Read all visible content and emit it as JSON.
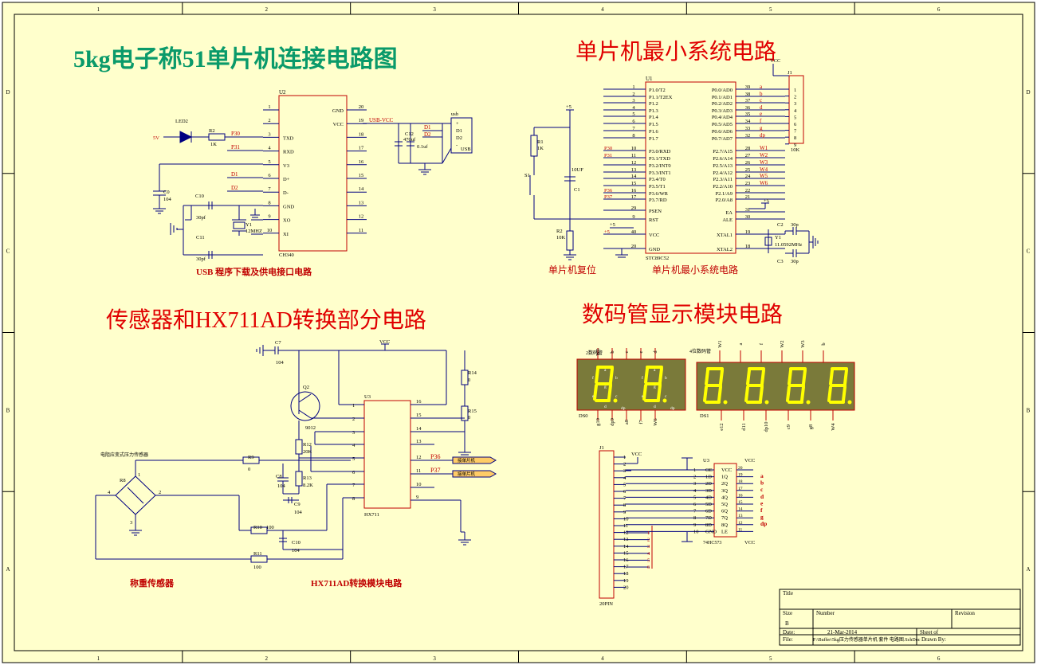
{
  "border": {
    "columns": [
      "1",
      "2",
      "3",
      "4",
      "5",
      "6"
    ],
    "rows": [
      "D",
      "C",
      "B",
      "A"
    ]
  },
  "titles": {
    "main": "5kg电子称51单片机连接电路图",
    "mcu_min": "单片机最小系统电路",
    "sensor": "传感器和HX711AD转换部分电路",
    "display": "数码管显示模块电路"
  },
  "captions": {
    "usb": "USB 程序下载及供电接口电路",
    "reset": "单片机复位",
    "mcu_min": "单片机最小系统电路",
    "weigh_sensor": "称重传感器",
    "hx711": "HX711AD转换模块电路"
  },
  "usb_circuit": {
    "ic_ref": "U2",
    "ic_name": "CH340",
    "left_pins": [
      {
        "num": "1",
        "name": ""
      },
      {
        "num": "2",
        "name": ""
      },
      {
        "num": "3",
        "name": "TXD"
      },
      {
        "num": "4",
        "name": "RXD"
      },
      {
        "num": "5",
        "name": "V3"
      },
      {
        "num": "6",
        "name": "D+"
      },
      {
        "num": "7",
        "name": "D-"
      },
      {
        "num": "8",
        "name": "GND"
      },
      {
        "num": "9",
        "name": "XO"
      },
      {
        "num": "10",
        "name": "XI"
      }
    ],
    "right_pins": [
      {
        "num": "20",
        "name": "GND"
      },
      {
        "num": "19",
        "name": "VCC"
      },
      {
        "num": "18",
        "name": ""
      },
      {
        "num": "17",
        "name": ""
      },
      {
        "num": "16",
        "name": ""
      },
      {
        "num": "15",
        "name": ""
      },
      {
        "num": "14",
        "name": ""
      },
      {
        "num": "13",
        "name": ""
      },
      {
        "num": "12",
        "name": ""
      },
      {
        "num": "11",
        "name": ""
      }
    ],
    "net_p30": "P30",
    "net_p31": "P31",
    "net_d1": "D1",
    "net_d2": "D2",
    "usb_vcc": "USB-VCC",
    "led_ref": "LED2",
    "r2_ref": "R2",
    "r2_val": "1K",
    "five_v": "5V",
    "c0_ref": "C0",
    "c0_val": "104",
    "c10_ref": "C10",
    "c10_val": "30pf",
    "c11_ref": "C11",
    "c11_val": "30pf",
    "y1_ref": "Y1",
    "y1_val": "12MHZ",
    "c12_ref": "C12",
    "c12_val": "470uf",
    "c13_val": "0.1uf",
    "usb_label": "usb",
    "usb_pins": [
      "+",
      "D1",
      "D2",
      "-"
    ],
    "usb_name": "USB"
  },
  "mcu_circuit": {
    "ic_ref": "U1",
    "ic_name": "STC89C52",
    "left_pins": [
      {
        "num": "1",
        "name": "P1.0/T2",
        "net": ""
      },
      {
        "num": "2",
        "name": "P1.1/T2EX",
        "net": ""
      },
      {
        "num": "3",
        "name": "P1.2",
        "net": ""
      },
      {
        "num": "4",
        "name": "P1.3",
        "net": ""
      },
      {
        "num": "5",
        "name": "P1.4",
        "net": ""
      },
      {
        "num": "6",
        "name": "P1.5",
        "net": ""
      },
      {
        "num": "7",
        "name": "P1.6",
        "net": ""
      },
      {
        "num": "8",
        "name": "P1.7",
        "net": ""
      },
      {
        "num": "10",
        "name": "P3.0/RXD",
        "net": "P30"
      },
      {
        "num": "11",
        "name": "P3.1/TXD",
        "net": "P31"
      },
      {
        "num": "12",
        "name": "P3.2/INT0",
        "net": ""
      },
      {
        "num": "13",
        "name": "P3.3/INT1",
        "net": ""
      },
      {
        "num": "14",
        "name": "P3.4/T0",
        "net": ""
      },
      {
        "num": "15",
        "name": "P3.5/T1",
        "net": ""
      },
      {
        "num": "16",
        "name": "P3.6/WR",
        "net": "P36"
      },
      {
        "num": "17",
        "name": "P3.7/RD",
        "net": "P37"
      },
      {
        "num": "29",
        "name": "PSEN",
        "net": ""
      },
      {
        "num": "9",
        "name": "RST",
        "net": ""
      },
      {
        "num": "40",
        "name": "VCC",
        "net": "+5"
      },
      {
        "num": "20",
        "name": "GND",
        "net": ""
      }
    ],
    "right_pins": [
      {
        "num": "39",
        "name": "P0.0/AD0",
        "net": "a"
      },
      {
        "num": "38",
        "name": "P0.1/AD1",
        "net": "b"
      },
      {
        "num": "37",
        "name": "P0.2/AD2",
        "net": "c"
      },
      {
        "num": "36",
        "name": "P0.3/AD3",
        "net": "d"
      },
      {
        "num": "35",
        "name": "P0.4/AD4",
        "net": "e"
      },
      {
        "num": "34",
        "name": "P0.5/AD5",
        "net": "f"
      },
      {
        "num": "33",
        "name": "P0.6/AD6",
        "net": "g"
      },
      {
        "num": "32",
        "name": "P0.7/AD7",
        "net": "dp"
      },
      {
        "num": "28",
        "name": "P2.7/A15",
        "net": "W1"
      },
      {
        "num": "27",
        "name": "P2.6/A14",
        "net": "W2"
      },
      {
        "num": "26",
        "name": "P2.5/A13",
        "net": "W3"
      },
      {
        "num": "25",
        "name": "P2.4/A12",
        "net": "W4"
      },
      {
        "num": "24",
        "name": "P2.3/A11",
        "net": "W5"
      },
      {
        "num": "23",
        "name": "P2.2/A10",
        "net": "W6"
      },
      {
        "num": "22",
        "name": "P2.1/A9",
        "net": ""
      },
      {
        "num": "21",
        "name": "P2.0/A8",
        "net": ""
      },
      {
        "num": "31",
        "name": "EA",
        "net": ""
      },
      {
        "num": "30",
        "name": "ALE",
        "net": ""
      },
      {
        "num": "19",
        "name": "XTAL1",
        "net": ""
      },
      {
        "num": "18",
        "name": "XTAL2",
        "net": ""
      }
    ],
    "j1_ref": "J1",
    "j1_val": "10K",
    "j1_pins": [
      "1",
      "2",
      "3",
      "4",
      "5",
      "6",
      "7",
      "8",
      "9"
    ],
    "vcc": "VCC",
    "plus5": "+5",
    "r1_ref": "R1",
    "r1_val": "1K",
    "s1_ref": "S1",
    "c1_ref": "C1",
    "c1_val": "10UF",
    "r2_ref": "R2",
    "r2_val": "10K",
    "c2_ref": "C2",
    "c2_val": "30p",
    "c3_ref": "C3",
    "c3_val": "30p",
    "y1_ref": "Y1",
    "y1_val": "11.0592MHz"
  },
  "sensor_circuit": {
    "c7_ref": "C7",
    "c7_val": "104",
    "vcc": "VCC",
    "q2_ref": "Q2",
    "q2_val": "9012",
    "ic_ref": "U3",
    "ic_name": "HX711",
    "left_pins": [
      "1",
      "2",
      "3",
      "4",
      "5",
      "6",
      "7",
      "8"
    ],
    "right_pins": [
      "16",
      "15",
      "14",
      "13",
      "12",
      "11",
      "10",
      "9"
    ],
    "r14_ref": "R14",
    "r14_val": "0",
    "r15_ref": "R15",
    "r15_val": "0",
    "r12_ref": "R12",
    "r12_val": "20K",
    "r13_ref": "R13",
    "r13_val": "8.2K",
    "c8_ref": "C8",
    "c8_val": "104",
    "c9_ref": "C9",
    "c9_val": "104",
    "c10_ref": "C10",
    "c10_val": "104",
    "r9_ref": "R9",
    "r9_val": "0",
    "r10_ref": "R10",
    "r10_val": "100",
    "r11_ref": "R11",
    "r11_val": "100",
    "r8_ref": "R8",
    "bridge_title": "电阻应变式压力传感器",
    "bridge_pins": [
      "1",
      "2",
      "3",
      "4"
    ],
    "p36": "P36",
    "p37": "P37",
    "flag1": "接单片机",
    "flag2": "接单片机"
  },
  "display_circuit": {
    "ds0_ref": "DS0",
    "ds0_title": "2数码管",
    "ds1_ref": "DS1",
    "ds1_title": "4位数码管",
    "ds0_top_labels": [
      "W5",
      "b",
      "c",
      "e",
      "d"
    ],
    "ds0_bottom_labels": [
      "g10",
      "dp9",
      "a8",
      "f7",
      "W6"
    ],
    "ds1_top_labels": [
      "W1",
      "a",
      "f",
      "W2",
      "W3",
      "b"
    ],
    "ds1_bottom_labels": [
      "e12",
      "d11",
      "dp10",
      "c9",
      "g8",
      "W4"
    ],
    "ds0_digits": [
      "8.",
      "8."
    ],
    "ds1_digits": [
      "8.",
      "8.",
      "8.",
      "8."
    ],
    "segment_labels": [
      "a",
      "f",
      "b",
      "g",
      "e",
      "c",
      "d",
      "dp"
    ],
    "j1_ref": "J1",
    "j1_name": "20PIN",
    "j1_pins": [
      "1",
      "2",
      "3",
      "4",
      "5",
      "6",
      "7",
      "8",
      "9",
      "10",
      "11",
      "12",
      "13",
      "14",
      "15",
      "16",
      "17",
      "18",
      "19",
      "20"
    ],
    "j1_side_nets": [
      "1",
      "2",
      "3",
      "4",
      "5",
      "6"
    ],
    "vcc": "VCC",
    "latch_ref": "U3",
    "latch_name": "74HC573",
    "latch_left": [
      "OE",
      "1D",
      "2D",
      "3D",
      "4D",
      "5D",
      "6D",
      "7D",
      "8D",
      "GND"
    ],
    "latch_left_num": [
      "1",
      "2",
      "3",
      "4",
      "5",
      "6",
      "7",
      "8",
      "9",
      "10"
    ],
    "latch_right": [
      "VCC",
      "1Q",
      "2Q",
      "3Q",
      "4Q",
      "5Q",
      "6Q",
      "7Q",
      "8Q",
      "LE"
    ],
    "latch_right_num": [
      "20",
      "19",
      "18",
      "17",
      "16",
      "15",
      "14",
      "13",
      "12",
      "11"
    ],
    "latch_out_nets": [
      "a",
      "b",
      "c",
      "d",
      "e",
      "f",
      "g",
      "dp"
    ]
  },
  "title_block": {
    "title_label": "Title",
    "size_label": "Size",
    "size_val": "B",
    "number_label": "Number",
    "revision_label": "Revision",
    "date_label": "Date:",
    "date_val": "21-Mar-2014",
    "sheet_label": "Sheet  of",
    "file_label": "File:",
    "file_val": "F:\\Buffer\\5kg压力传感器单片机 套件 电路图.SchDoc",
    "drawn_label": "Drawn By:"
  },
  "colors": {
    "paper": "#ffffcc",
    "line": "#000080",
    "pin_text": "#000000",
    "net_red": "#c00000",
    "title_green": "#0a9a6a",
    "title_red": "#e00000",
    "seg_bg": "#7a7a3a",
    "seg_on": "#ffff00"
  }
}
